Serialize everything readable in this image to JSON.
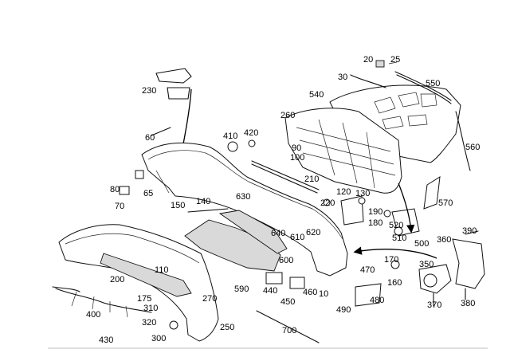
{
  "labels": [
    "10",
    "20",
    "25",
    "30",
    "60",
    "65",
    "70",
    "80",
    "90",
    "100",
    "110",
    "120",
    "130",
    "140",
    "150",
    "160",
    "170",
    "175",
    "180",
    "190",
    "200",
    "210",
    "220",
    "230",
    "250",
    "260",
    "270",
    "300",
    "310",
    "320",
    "350",
    "360",
    "370",
    "380",
    "390",
    "400",
    "410",
    "420",
    "430",
    "440",
    "450",
    "460",
    "470",
    "480",
    "490",
    "500",
    "510",
    "520",
    "540",
    "550",
    "560",
    "570",
    "590",
    "600",
    "610",
    "620",
    "630",
    "640",
    "700"
  ]
}
